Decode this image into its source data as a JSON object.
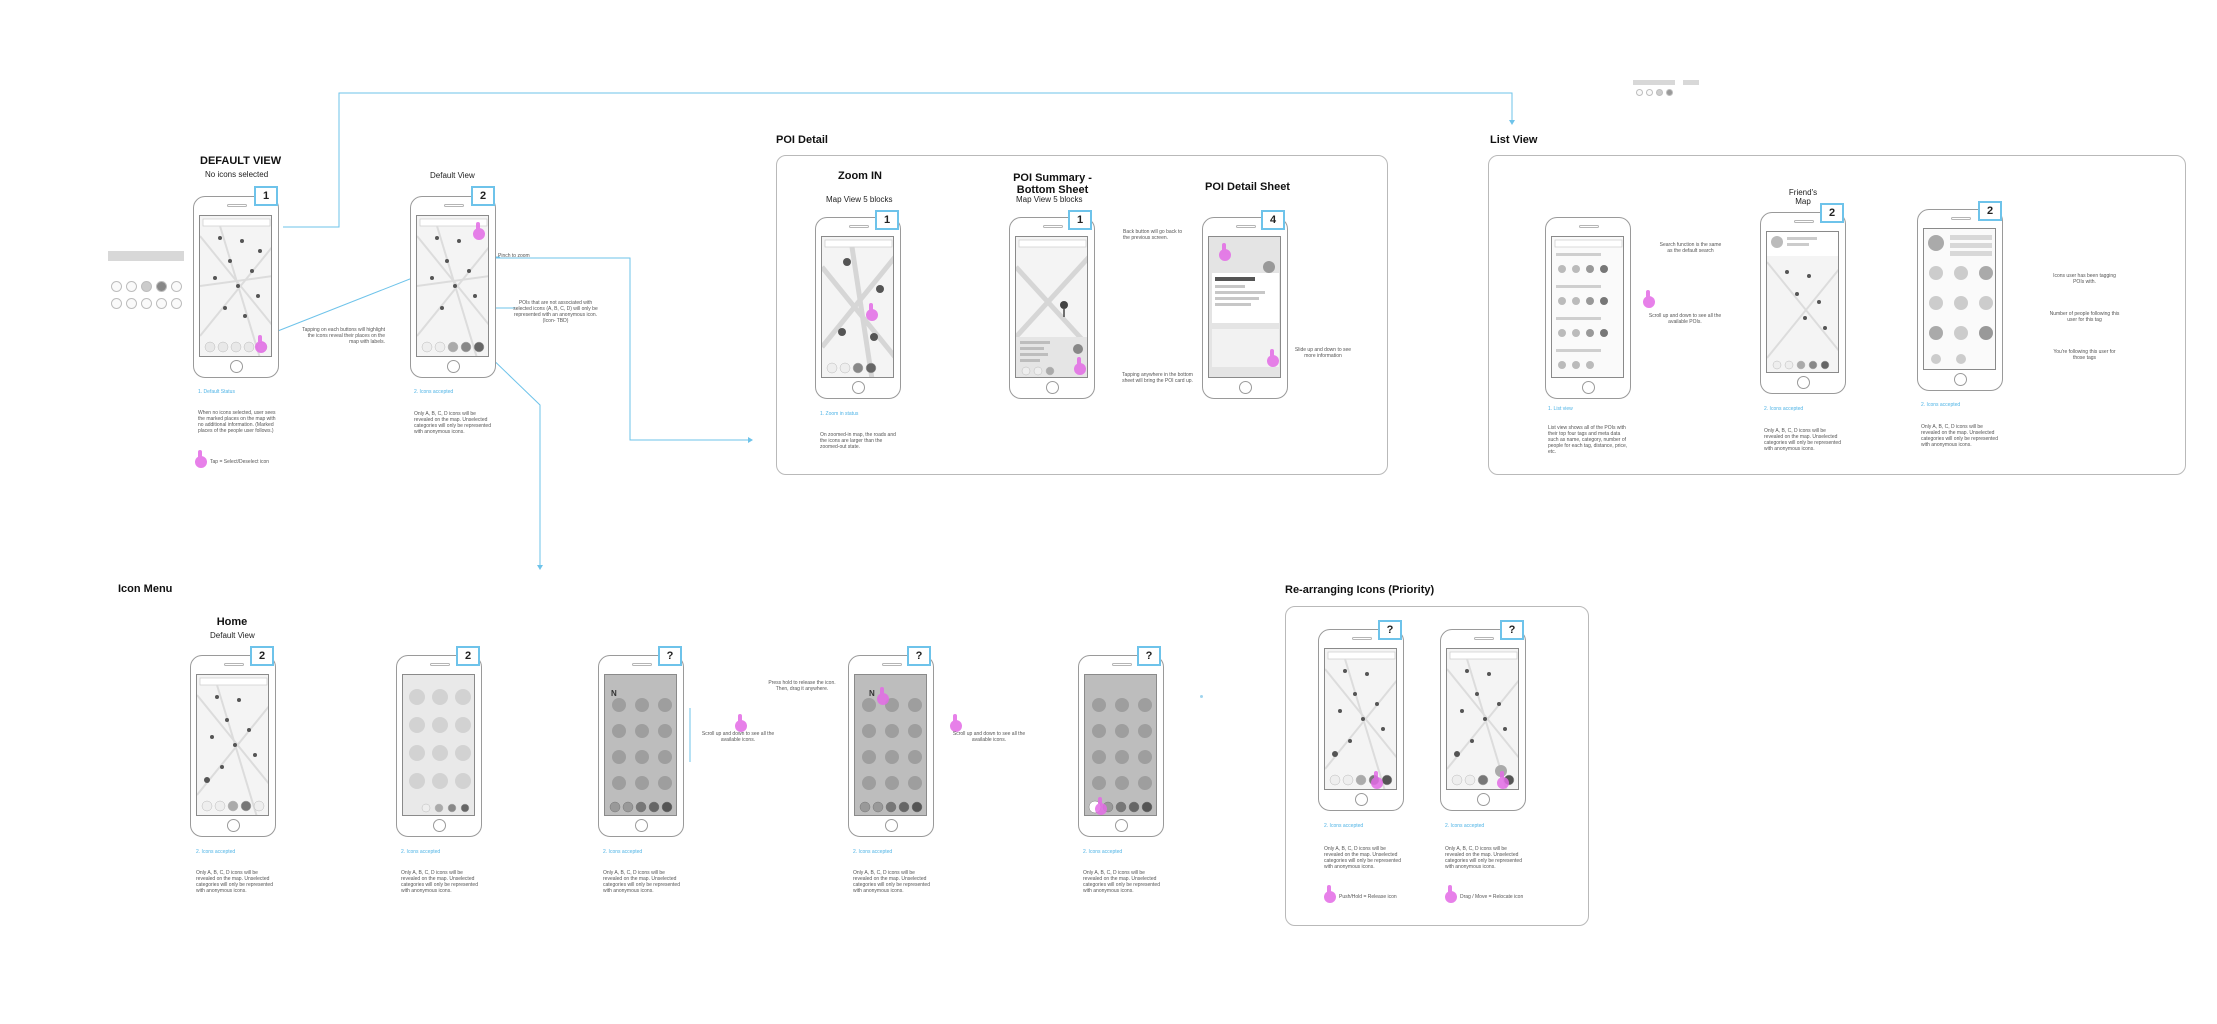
{
  "sections": {
    "default_view": {
      "title": "DEFAULT VIEW",
      "subtitle": "No icons selected"
    },
    "default_view_2": {
      "subtitle": "Default View"
    },
    "poi_detail": {
      "title": "POI Detail"
    },
    "list_view": {
      "title": "List View"
    },
    "icon_menu": {
      "title": "Icon Menu"
    },
    "rearranging": {
      "title": "Re-arranging Icons (Priority)"
    }
  },
  "screens": {
    "s1": {
      "badge": "1",
      "link": "1. Default Status"
    },
    "s2": {
      "badge": "2",
      "link": "2. Icons accepted"
    },
    "zoom": {
      "title": "Zoom IN",
      "subtitle": "Map View 5 blocks",
      "badge": "1",
      "link": "1. Zoom in status"
    },
    "summary": {
      "title": "POI Summary - Bottom Sheet",
      "subtitle": "Map View 5 blocks",
      "badge": "1"
    },
    "detail": {
      "title": "POI Detail Sheet",
      "badge": "4"
    },
    "list1": {
      "link": "1. List view"
    },
    "list2": {
      "title": "Friend's Map",
      "badge": "2",
      "link": "2. Icons accepted"
    },
    "list3": {
      "badge": "2",
      "link": "2. Icons accepted"
    },
    "home": {
      "title": "Home",
      "subtitle": "Default View",
      "badge": "2",
      "link": "2. Icons accepted"
    },
    "m2": {
      "badge": "2",
      "link": "2. Icons accepted"
    },
    "m3": {
      "badge": "?",
      "link": "2. Icons accepted"
    },
    "m4": {
      "badge": "?",
      "link": "2. Icons accepted"
    },
    "m5": {
      "badge": "?",
      "link": "2. Icons accepted"
    },
    "r1": {
      "badge": "?",
      "link": "2. Icons accepted"
    },
    "r2": {
      "badge": "?",
      "link": "2. Icons accepted"
    }
  },
  "notes": {
    "tap_buttons": "Tapping on each buttons will highlight the icons reveal their places on the map with labels.",
    "pinch": "Pinch to zoom",
    "unassociated": "POIs that are not associated with selected icons (A, B, C, D) will only be represented with an anonymous icon. (Icon- TBD)",
    "back_button": "Back button will go back to the previous screen.",
    "tap_anywhere": "Tapping anywhere in the bottom sheet will bring the POI card up.",
    "slide": "Slide up and down to see more information",
    "search_fn": "Search function is the same as the default search",
    "scroll_pois": "Scroll up and down to see all the available POIs.",
    "tags_friend": "Icons user has been tagging POIs with.",
    "followers": "Number of people following this user for this tag",
    "following": "You're following this user for those tags",
    "scroll_icons": "Scroll up and down to see all the available icons.",
    "press_hold": "Press hold to release the icon. Then, drag it anywhere.",
    "scroll_icons_2": "Scroll up and down to see all the available icons."
  },
  "captions": {
    "c1": "When no icons selected, user sees the marked places on the map with no additional information. (Marked places of the people user follows.)",
    "c1_legend": "Tap = Select/Deselect icon",
    "c2": "Only A, B, C, D icons will be revealed on the map. Unselected categories will only be represented with anonymous icons.",
    "czoom": "On zoomed-in map, the roads and the icons are larger than the zoomed-out state.",
    "clist1": "List view shows all of the POIs with their top four tags and meta data such as name, category, number of people for each tag, distance, price, etc.",
    "clist2": "Only A, B, C, D icons will be revealed on the map. Unselected categories will only be represented with anonymous icons.",
    "clist3": "Only A, B, C, D icons will be revealed on the map. Unselected categories will only be represented with anonymous icons.",
    "chome": "Only A, B, C, D icons will be revealed on the map. Unselected categories will only be represented with anonymous icons.",
    "cm2": "Only A, B, C, D icons will be revealed on the map. Unselected categories will only be represented with anonymous icons.",
    "cm3": "Only A, B, C, D icons will be revealed on the map. Unselected categories will only be represented with anonymous icons.",
    "cm4": "Only A, B, C, D icons will be revealed on the map. Unselected categories will only be represented with anonymous icons.",
    "cm5": "Only A, B, C, D icons will be revealed on the map. Unselected categories will only be represented with anonymous icons.",
    "cr1": "Only A, B, C, D icons will be revealed on the map. Unselected categories will only be represented with anonymous icons.",
    "cr1_legend": "Push/Hold = Release icon",
    "cr2": "Only A, B, C, D icons will be revealed on the map. Unselected categories will only be represented with anonymous icons.",
    "cr2_legend": "Drag / Move = Relocate icon"
  },
  "glyphs": {
    "north": "N"
  },
  "colors": {
    "accent": "#4db3e6",
    "badge_border": "#6ec3ea",
    "touch": "#e36be6",
    "panel_border": "#b9b9b9"
  },
  "icons": {
    "touch": "hand-tap-icon"
  }
}
